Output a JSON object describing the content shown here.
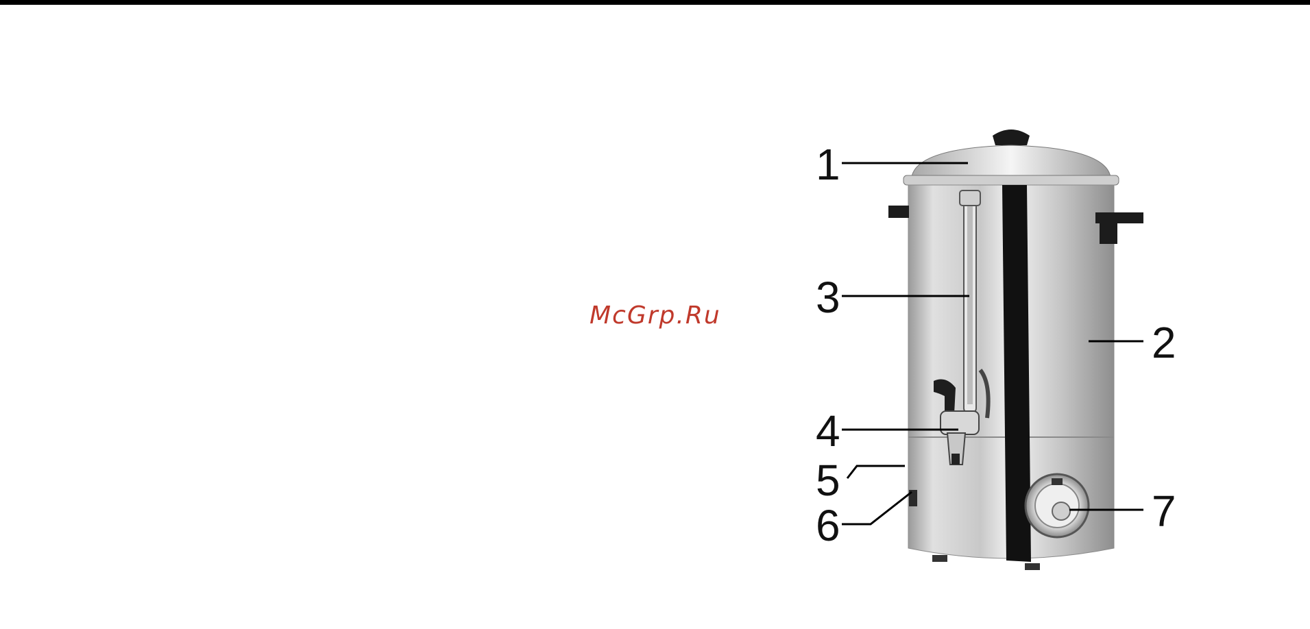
{
  "watermark": "McGrp.Ru",
  "callouts": [
    {
      "id": "1",
      "label": "1"
    },
    {
      "id": "2",
      "label": "2"
    },
    {
      "id": "3",
      "label": "3"
    },
    {
      "id": "4",
      "label": "4"
    },
    {
      "id": "5",
      "label": "5"
    },
    {
      "id": "6",
      "label": "6"
    },
    {
      "id": "7",
      "label": "7"
    }
  ],
  "colors": {
    "steel_light": "#e6e6e6",
    "steel_mid": "#bdbdbd",
    "steel_dark": "#7a7a7a",
    "stripe": "#111111",
    "watermark": "#c0392b"
  }
}
